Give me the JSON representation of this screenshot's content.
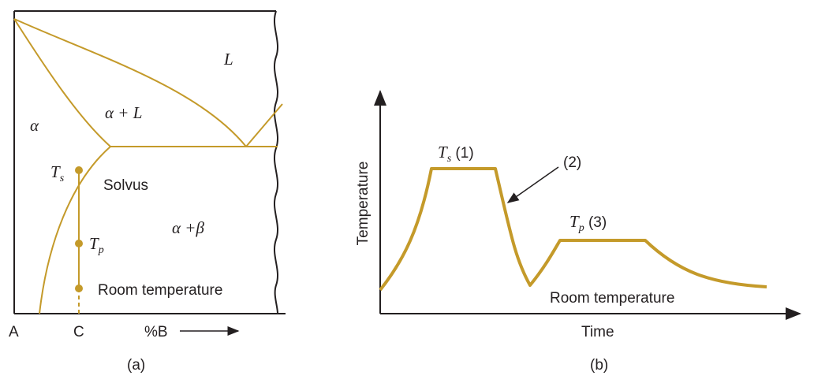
{
  "colors": {
    "phase_line": "#c49a2a",
    "ink": "#231f20",
    "background": "#ffffff"
  },
  "panel_a": {
    "region_L": "L",
    "region_alpha_L_alpha": "α",
    "region_alpha_L_rest": " + L",
    "region_alpha": "α",
    "region_alpha_beta_a": "α",
    "region_alpha_beta_mid": " +",
    "region_alpha_beta_b": "β",
    "solvus": "Solvus",
    "ts_T": "T",
    "ts_sub": "s",
    "tp_T": "T",
    "tp_sub": "p",
    "room_temperature": "Room temperature",
    "axis_A": "A",
    "axis_C": "C",
    "axis_B": "%B",
    "caption": "(a)"
  },
  "panel_b": {
    "ylabel": "Temperature",
    "xlabel": "Time",
    "ts_T": "T",
    "ts_sub": "s",
    "ts_num": " (1)",
    "step2": "(2)",
    "tp_T": "T",
    "tp_sub": "p",
    "tp_num": " (3)",
    "room_temperature": "Room temperature",
    "caption": "(b)"
  }
}
